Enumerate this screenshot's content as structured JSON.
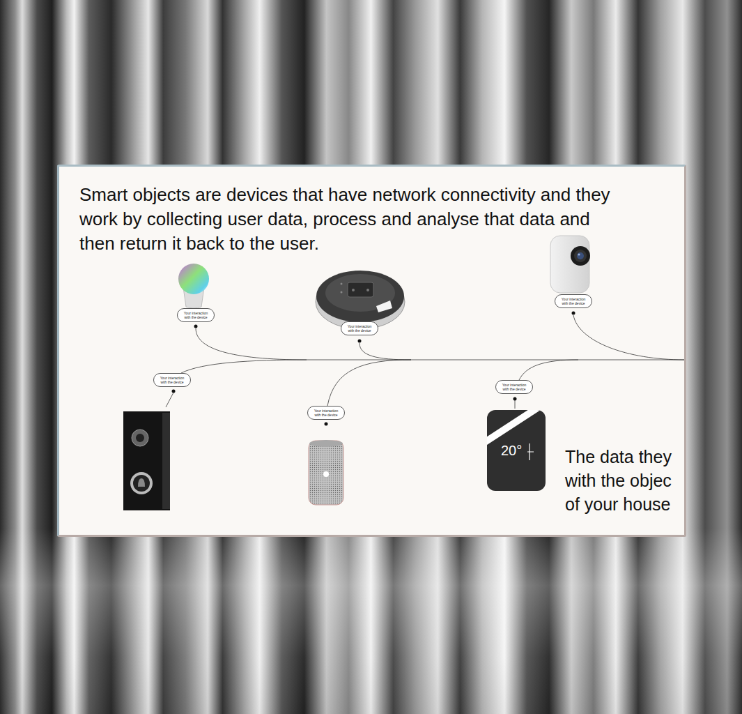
{
  "diagram": {
    "title": "Smart objects are devices that have network connectivity and they work by collecting user data, process and analyse that data and then return it back to the user.",
    "nodes": [
      {
        "text": [
          "Your interaction with the device"
        ]
      },
      {
        "text": [
          "Your interaction with the device"
        ]
      },
      {
        "text": [
          "Your interaction with the device"
        ]
      },
      {
        "text": [
          "Your interaction with the device"
        ]
      },
      {
        "text": [
          "Your interaction with the device"
        ]
      },
      {
        "text": [
          "Your interaction with the device"
        ]
      }
    ],
    "labels": [
      "20°",
      "The data they with the objec of your house"
    ]
  }
}
